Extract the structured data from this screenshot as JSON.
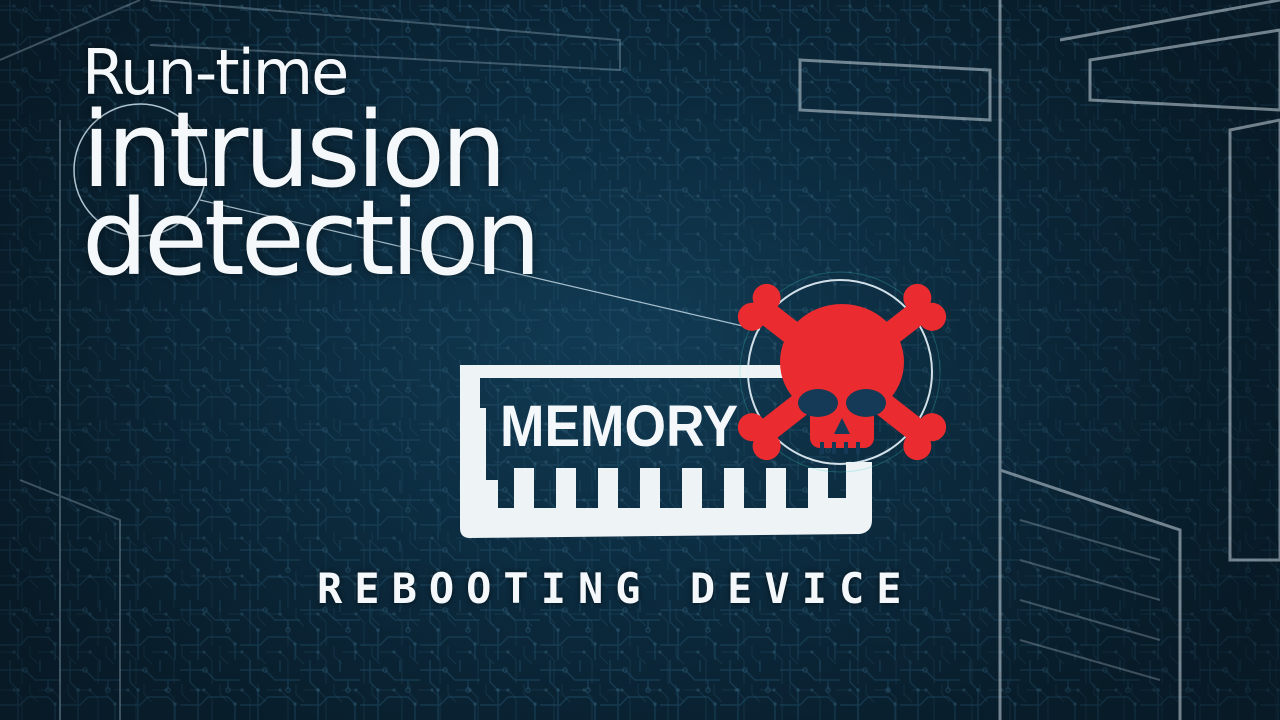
{
  "headline": {
    "line1": "Run-time",
    "line2": "intrusion",
    "line3": "detection"
  },
  "memory_chip": {
    "label": "MEMORY"
  },
  "status_text": "REBOOTING DEVICE",
  "icons": {
    "threat": "skull-crossbones-icon",
    "memory": "memory-chip-icon"
  },
  "colors": {
    "background": "#0b2e44",
    "circuit": "#3d8fc0",
    "text": "#f4f8fb",
    "skull": "#ea2b2f"
  }
}
